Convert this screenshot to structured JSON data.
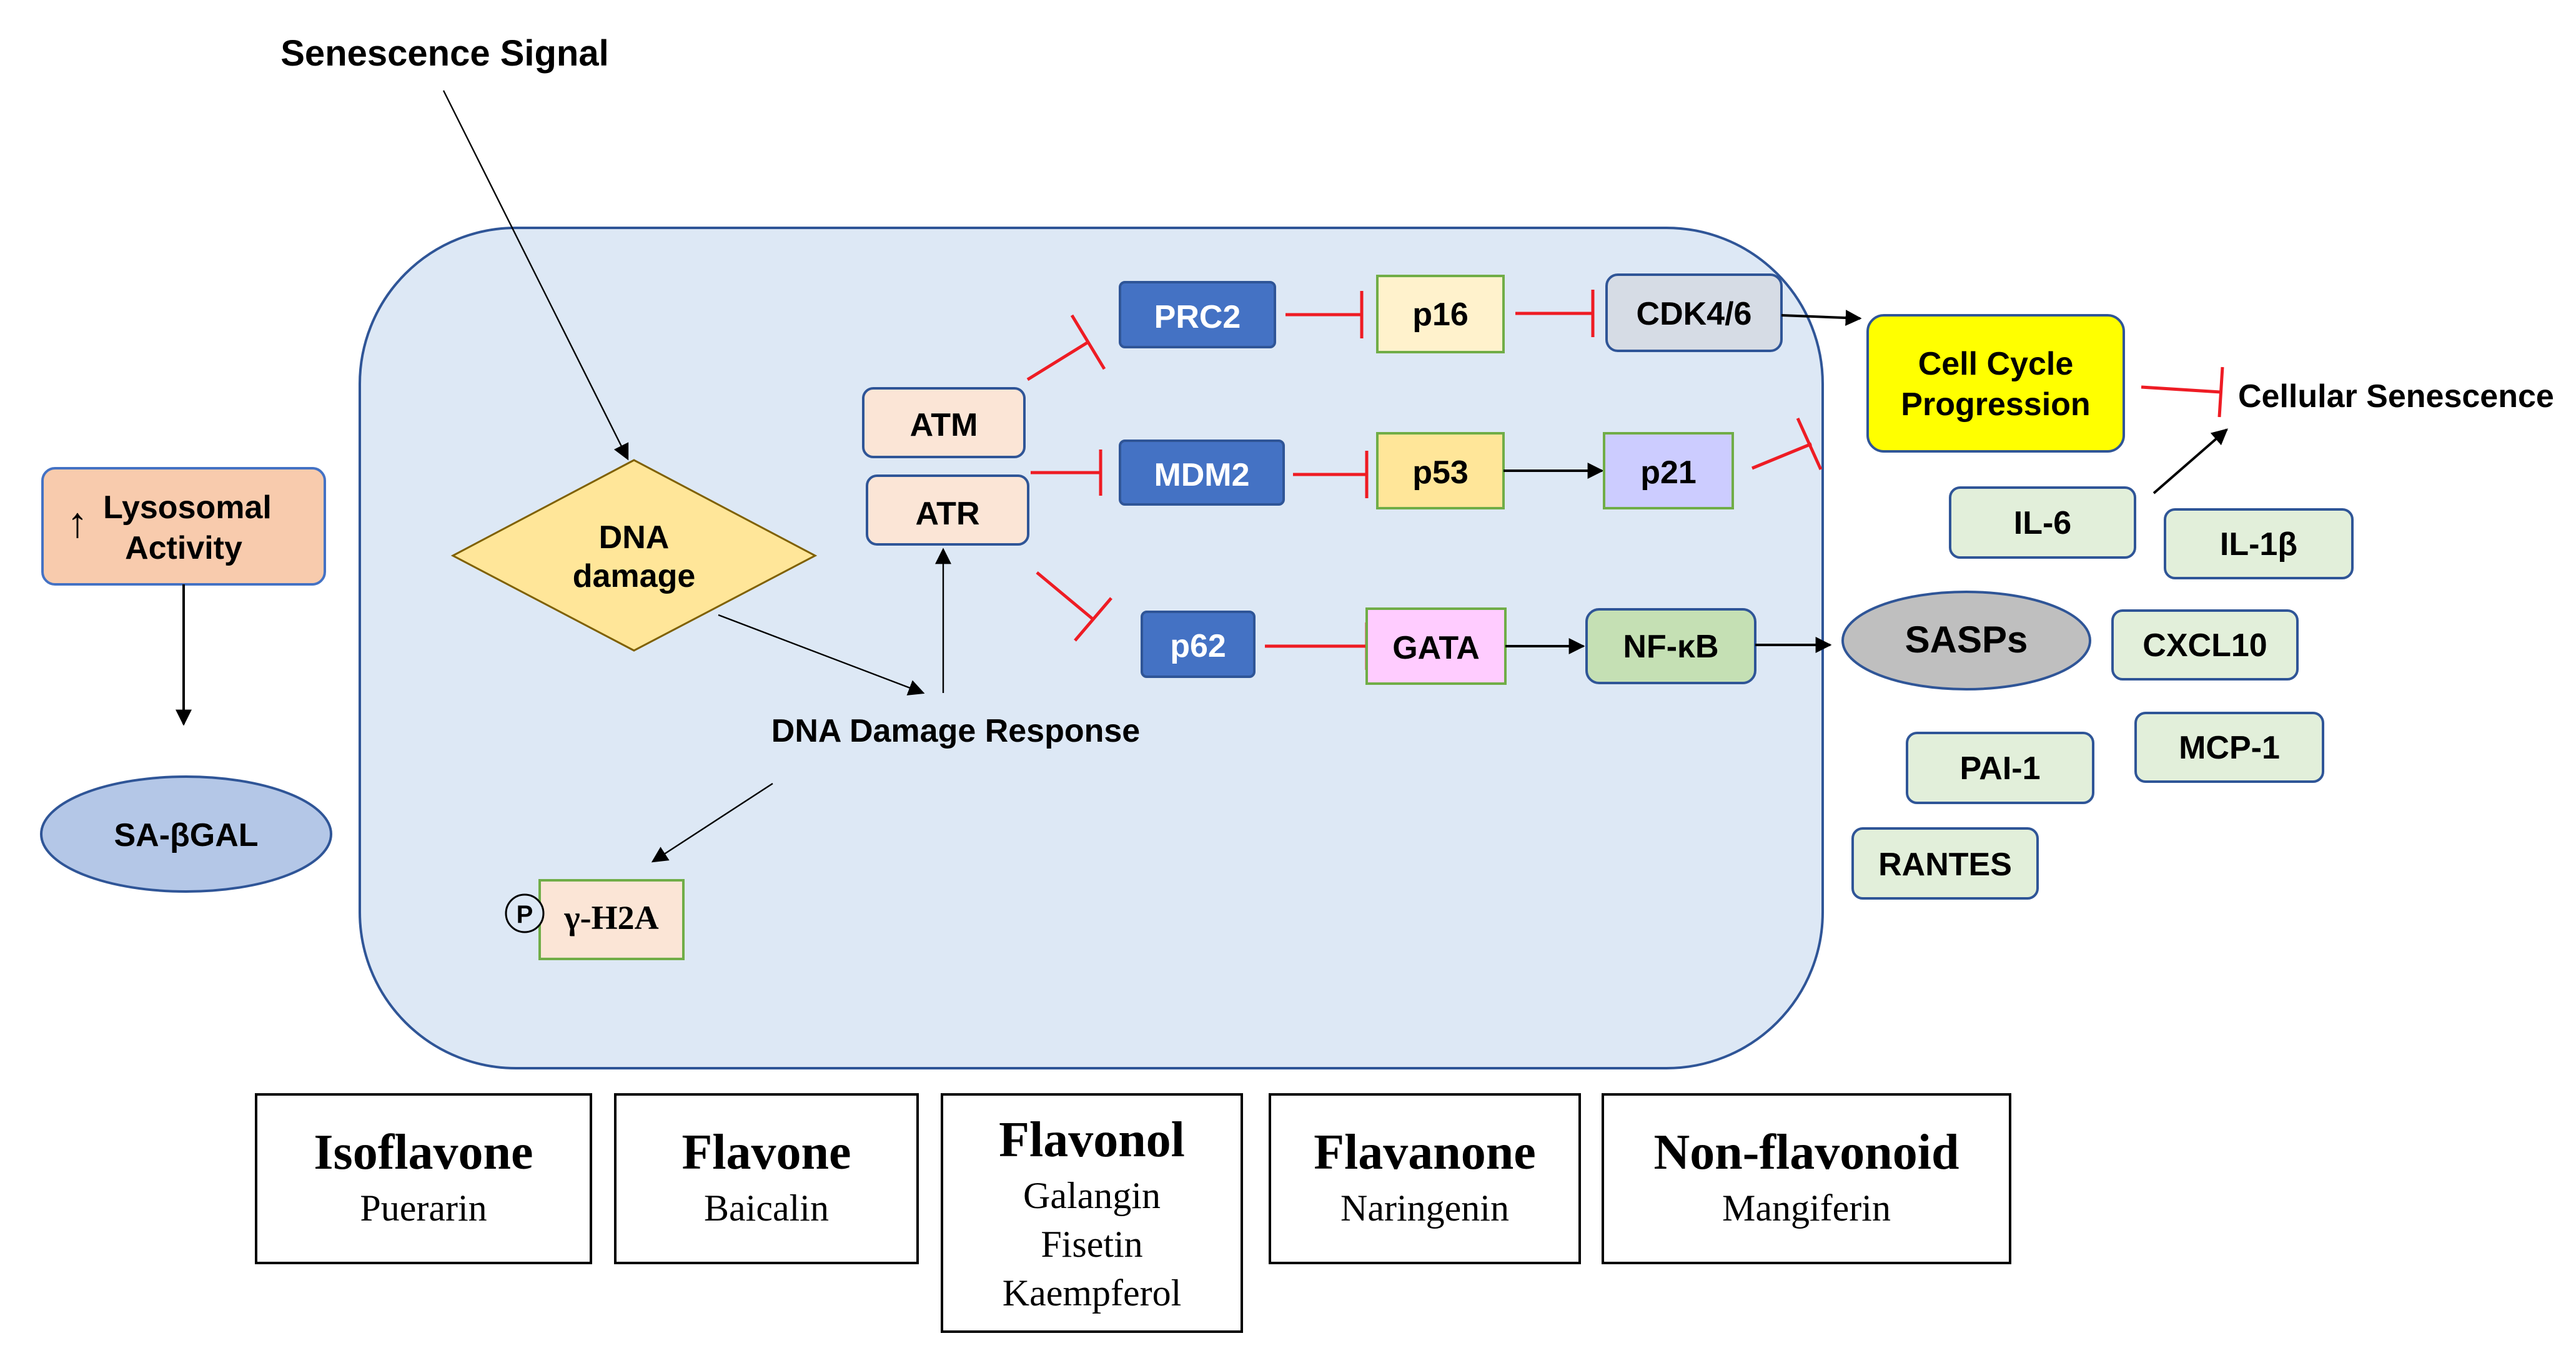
{
  "signal_label": "Senescence Signal",
  "lysosomal": {
    "arrow": "↑",
    "line1": "Lysosomal",
    "line2": "Activity"
  },
  "sa_bgal": "SA-βGAL",
  "dna_damage": {
    "line1": "DNA",
    "line2": "damage"
  },
  "ddr_label": "DNA Damage Response",
  "phospho": "P",
  "h2a": "γ-H2A",
  "nodes": {
    "atm": "ATM",
    "atr": "ATR",
    "prc2": "PRC2",
    "mdm2": "MDM2",
    "p62": "p62",
    "p16": "p16",
    "p53": "p53",
    "gata": "GATA",
    "cdk": "CDK4/6",
    "p21": "p21",
    "nfkb": "NF-κB"
  },
  "cell_cycle": {
    "line1": "Cell Cycle",
    "line2": "Progression"
  },
  "cellular_senescence": "Cellular Senescence",
  "sasps": "SASPs",
  "factors": {
    "il6": "IL-6",
    "il1b": "IL-1β",
    "cxcl10": "CXCL10",
    "mcp1": "MCP-1",
    "pai1": "PAI-1",
    "rantes": "RANTES"
  },
  "flavonoid_boxes": [
    {
      "title": "Isoflavone",
      "items": [
        "Puerarin"
      ]
    },
    {
      "title": "Flavone",
      "items": [
        "Baicalin"
      ]
    },
    {
      "title": "Flavonol",
      "items": [
        "Galangin",
        "Fisetin",
        "Kaempferol"
      ]
    },
    {
      "title": "Flavanone",
      "items": [
        "Naringenin"
      ]
    },
    {
      "title": "Non-flavonoid",
      "items": [
        "Mangiferin"
      ]
    }
  ]
}
